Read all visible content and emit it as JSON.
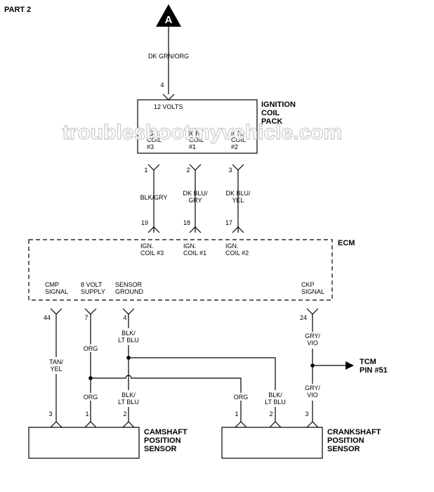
{
  "page_title": "PART 2",
  "connector_label": "A",
  "watermark": "troubleshootmyvehicle.com",
  "top_wire": {
    "color": "DK GRN/ORG",
    "pin": "4"
  },
  "coil_pack": {
    "title_lines": [
      "IGNITION",
      "COIL",
      "PACK"
    ],
    "supply": "12 VOLTS",
    "coils": [
      {
        "lines": [
          "IGN.",
          "COIL",
          "#3"
        ]
      },
      {
        "lines": [
          "IGN.",
          "COIL",
          "#1"
        ]
      },
      {
        "lines": [
          "IGN.",
          "COIL",
          "#2"
        ]
      }
    ]
  },
  "coil_wires": [
    {
      "top_pin": "1",
      "color_lines": [
        "BLK/GRY"
      ],
      "ecm_pin": "19"
    },
    {
      "top_pin": "2",
      "color_lines": [
        "DK BLU/",
        "GRY"
      ],
      "ecm_pin": "18"
    },
    {
      "top_pin": "3",
      "color_lines": [
        "DK BLU/",
        "YEL"
      ],
      "ecm_pin": "17"
    }
  ],
  "ecm": {
    "title": "ECM",
    "coil_labels": [
      [
        "IGN.",
        "COIL #3"
      ],
      [
        "IGN.",
        "COIL #1"
      ],
      [
        "IGN.",
        "COIL #2"
      ]
    ],
    "signal_labels": [
      [
        "CMP",
        "SIGNAL"
      ],
      [
        "8 VOLT",
        "SUPPLY"
      ],
      [
        "SENSOR",
        "GROUND"
      ],
      [
        "CKP",
        "SIGNAL"
      ]
    ]
  },
  "ecm_pins": [
    "44",
    "7",
    "4",
    "24"
  ],
  "wires": {
    "cmp_signal": [
      "TAN/",
      "YEL"
    ],
    "supply_upper": "ORG",
    "supply_lower": "ORG",
    "supply_crank": "ORG",
    "ground_upper": [
      "BLK/",
      "LT BLU"
    ],
    "ground_lower": [
      "BLK/",
      "LT BLU"
    ],
    "ground_crank": [
      "BLK/",
      "LT BLU"
    ],
    "ckp_upper": [
      "GRY/",
      "VIO"
    ],
    "ckp_lower": [
      "GRY/",
      "VIO"
    ]
  },
  "tcm": [
    "TCM",
    "PIN #51"
  ],
  "cam_sensor": {
    "pins": [
      "3",
      "1",
      "2"
    ],
    "title_lines": [
      "CAMSHAFT",
      "POSITION",
      "SENSOR"
    ]
  },
  "crank_sensor": {
    "pins": [
      "1",
      "2",
      "3"
    ],
    "title_lines": [
      "CRANKSHAFT",
      "POSITION",
      "SENSOR"
    ]
  }
}
